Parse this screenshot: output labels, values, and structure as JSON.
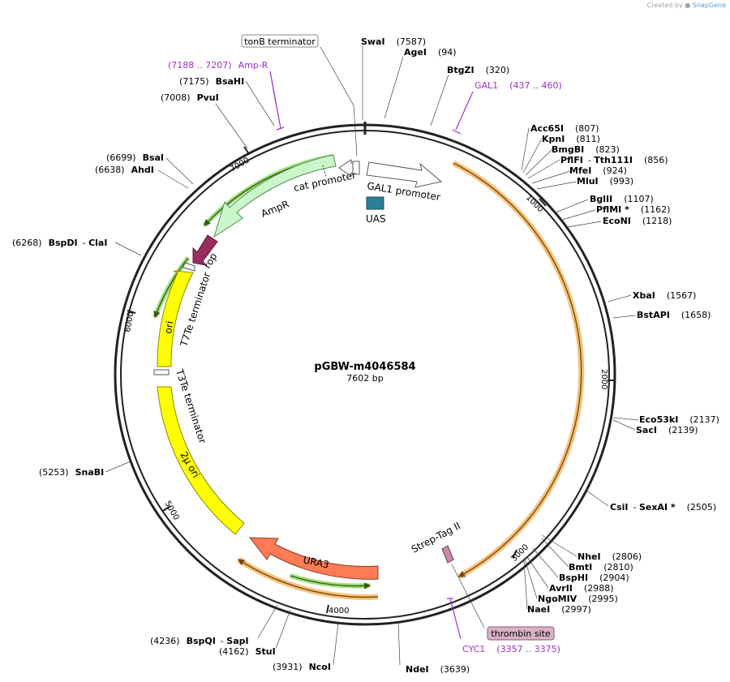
{
  "brand": {
    "prefix": "Created by",
    "name": "SnapGene"
  },
  "plasmid": {
    "name": "pGBW-m4046584",
    "size_text": "7602 bp",
    "length": 7602
  },
  "ticks": [
    "1000",
    "2000",
    "3000",
    "4000",
    "5000",
    "6000",
    "7000"
  ],
  "features": {
    "gal1_promoter": "GAL1 promoter",
    "uas": "UAS",
    "cat_promoter": "cat promoter",
    "ampr": "AmpR",
    "rop": "rop",
    "ori": "ori",
    "t7te": "T7Te terminator",
    "t3te": "T3Te terminator",
    "two_mu_ori": "2μ ori",
    "ura3": "URA3",
    "strep_tag": "Strep-Tag II"
  },
  "boxed": {
    "tonb": "tonB terminator",
    "thrombin": "thrombin site"
  },
  "sites": {
    "swai": {
      "name": "SwaI",
      "pos": "(7587)"
    },
    "agei": {
      "name": "AgeI",
      "pos": "(94)"
    },
    "btgzi": {
      "name": "BtgZI",
      "pos": "(320)"
    },
    "gal1": {
      "name": "GAL1",
      "pos": "(437 .. 460)"
    },
    "acc65i": {
      "name": "Acc65I",
      "pos": "(807)"
    },
    "kpni": {
      "name": "KpnI",
      "pos": "(811)"
    },
    "bmgbi": {
      "name": "BmgBI",
      "pos": "(823)"
    },
    "pflfi": {
      "name": "PflFI",
      "sep": "- ",
      "name2": "Tth111I",
      "pos": "(856)"
    },
    "mfei": {
      "name": "MfeI",
      "pos": "(924)"
    },
    "mlui": {
      "name": "MluI",
      "pos": "(993)"
    },
    "bglii": {
      "name": "BglII",
      "pos": "(1107)"
    },
    "pflmi": {
      "name": "PflMI *",
      "pos": "(1162)"
    },
    "econi": {
      "name": "EcoNI",
      "pos": "(1218)"
    },
    "xbai": {
      "name": "XbaI",
      "pos": "(1567)"
    },
    "bstapi": {
      "name": "BstAPI",
      "pos": "(1658)"
    },
    "eco53ki": {
      "name": "Eco53kI",
      "pos": "(2137)"
    },
    "saci": {
      "name": "SacI",
      "pos": "(2139)"
    },
    "csii": {
      "name": "CsiI",
      "sep": "- ",
      "name2": "SexAI *",
      "pos": "(2505)"
    },
    "nhei": {
      "name": "NheI",
      "pos": "(2806)"
    },
    "bmti": {
      "name": "BmtI",
      "pos": "(2810)"
    },
    "bsphi": {
      "name": "BspHI",
      "pos": "(2904)"
    },
    "avrii": {
      "name": "AvrII",
      "pos": "(2988)"
    },
    "ngomiv": {
      "name": "NgoMIV",
      "pos": "(2995)"
    },
    "naei": {
      "name": "NaeI",
      "pos": "(2997)"
    },
    "cyc1": {
      "name": "CYC1",
      "pos": "(3357 .. 3375)"
    },
    "ndei": {
      "name": "NdeI",
      "pos": "(3639)"
    },
    "ncoi": {
      "name": "NcoI",
      "pos": "(3931)"
    },
    "stui": {
      "name": "StuI",
      "pos": "(4162)"
    },
    "bspqi": {
      "name": "BspQI",
      "sep": "- ",
      "name2": "SapI",
      "pos": "(4236)"
    },
    "snabi": {
      "name": "SnaBI",
      "pos": "(5253)"
    },
    "bspdi": {
      "name": "BspDI",
      "sep": "- ",
      "name2": "ClaI",
      "pos": "(6268)"
    },
    "ahdi": {
      "name": "AhdI",
      "pos": "(6638)"
    },
    "bsai": {
      "name": "BsaI",
      "pos": "(6699)"
    },
    "pvui": {
      "name": "PvuI",
      "pos": "(7008)"
    },
    "bsahi": {
      "name": "BsaHI",
      "pos": "(7175)"
    },
    "ampr": {
      "name": "Amp-R",
      "pos": "(7188 .. 7207)"
    }
  },
  "colors": {
    "backbone": "#222222",
    "gal1_promoter": "#ffffff",
    "uas": "#2a7f96",
    "ampr_promoter": "#c9f7c9",
    "rop": "#9b2c5f",
    "ori": "#ffff00",
    "ura3": "#ff7b55",
    "orange_band": "#f6c27a",
    "strep": "#c98aa8",
    "purple": "#9b30d0"
  }
}
